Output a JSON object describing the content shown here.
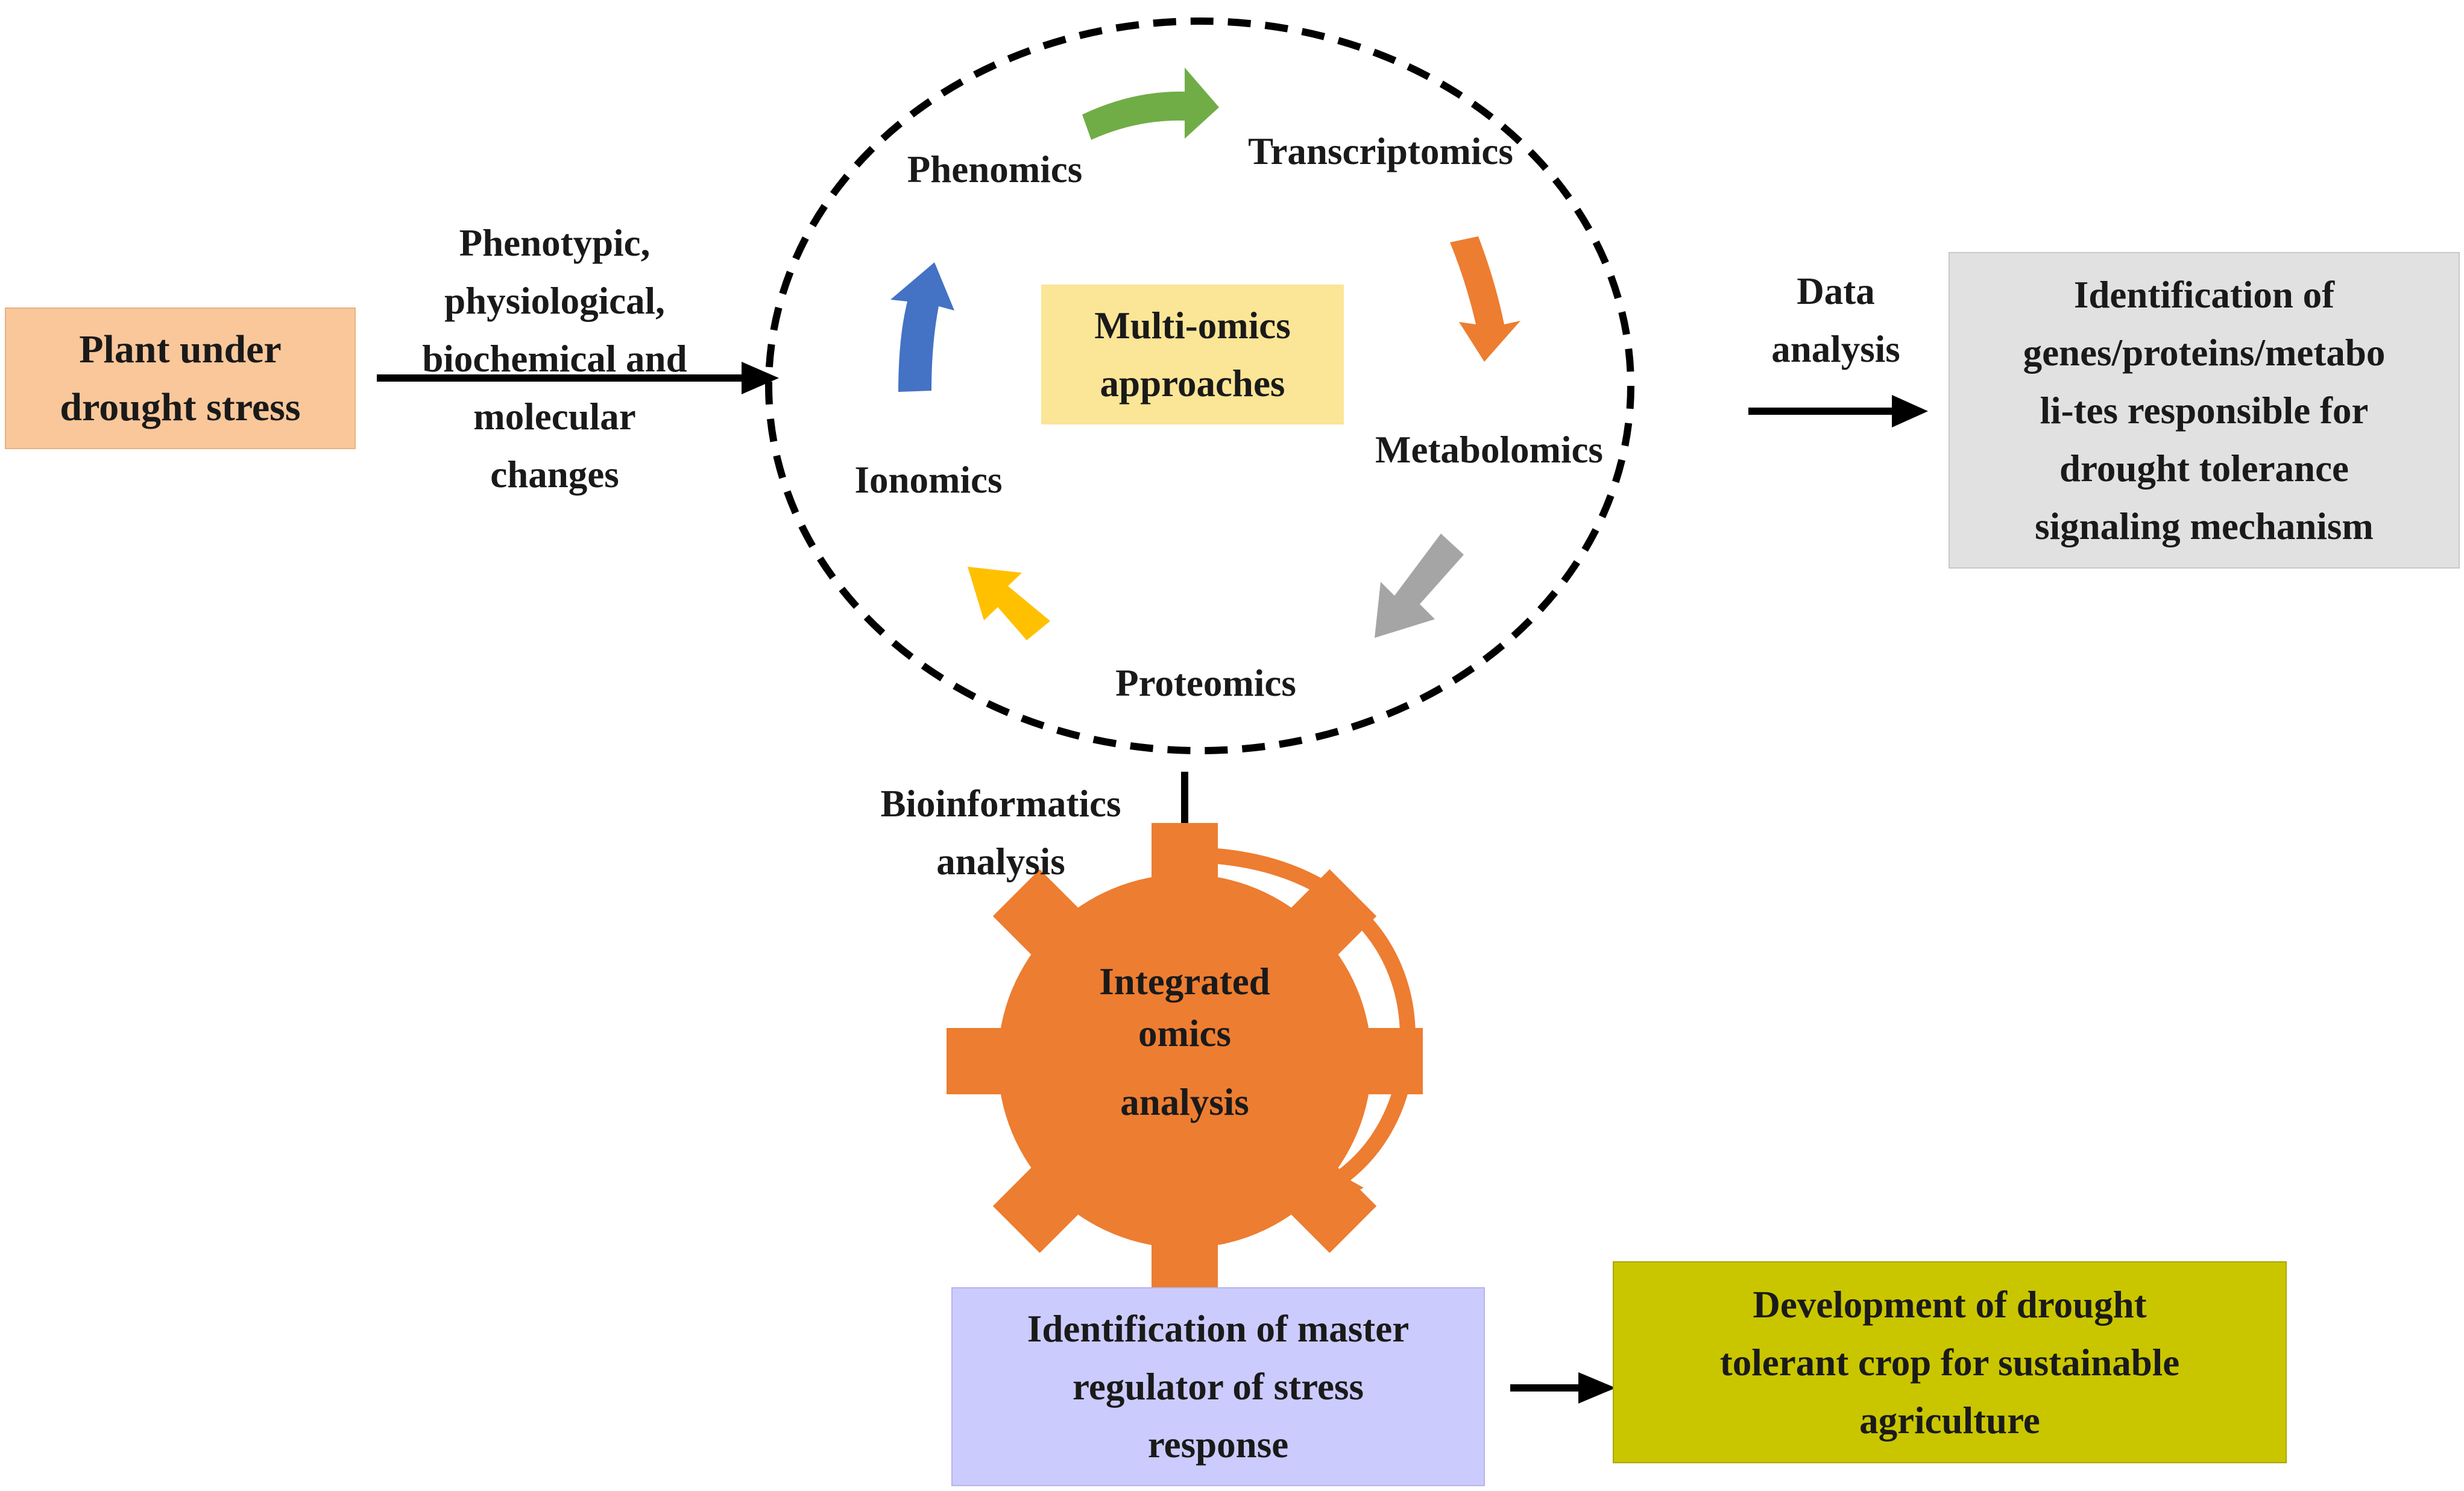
{
  "colors": {
    "plant_box": "#f9c79a",
    "multiomics_box": "#fbe596",
    "identification_right_box": "#e1e1e1",
    "master_regulator_box": "#cccbfd",
    "development_box": "#c9c600",
    "gear": "#ed7d31",
    "arrow_green": "#70ad47",
    "arrow_orange": "#ed7d31",
    "arrow_gray": "#a5a5a5",
    "arrow_yellow": "#ffc000",
    "arrow_blue": "#4472c4"
  },
  "plant_box": {
    "lines": [
      "Plant under",
      "drought stress"
    ]
  },
  "changes_label": {
    "lines": [
      "Phenotypic,",
      "physiological,",
      "biochemical and",
      "molecular",
      "changes"
    ]
  },
  "cycle": {
    "center": {
      "lines": [
        "Multi-omics",
        "approaches"
      ]
    },
    "phenomics": "Phenomics",
    "transcriptomics": "Transcriptomics",
    "metabolomics": "Metabolomics",
    "proteomics": "Proteomics",
    "ionomics": "Ionomics"
  },
  "data_analysis_label": {
    "lines": [
      "Data",
      "analysis"
    ]
  },
  "identification_right": {
    "lines": [
      "Identification of",
      "genes/proteins/metabo",
      "li-tes responsible  for",
      "drought tolerance",
      "signaling mechanism"
    ]
  },
  "bioinformatics_label": {
    "lines": [
      "Bioinformatics",
      "analysis"
    ]
  },
  "gear": {
    "lines": [
      "Integrated",
      "omics",
      "analysis"
    ]
  },
  "master_regulator": {
    "lines": [
      "Identification of master",
      "regulator of stress",
      "response"
    ]
  },
  "development": {
    "lines": [
      "Development of drought",
      "tolerant crop  for sustainable",
      "agriculture"
    ]
  }
}
